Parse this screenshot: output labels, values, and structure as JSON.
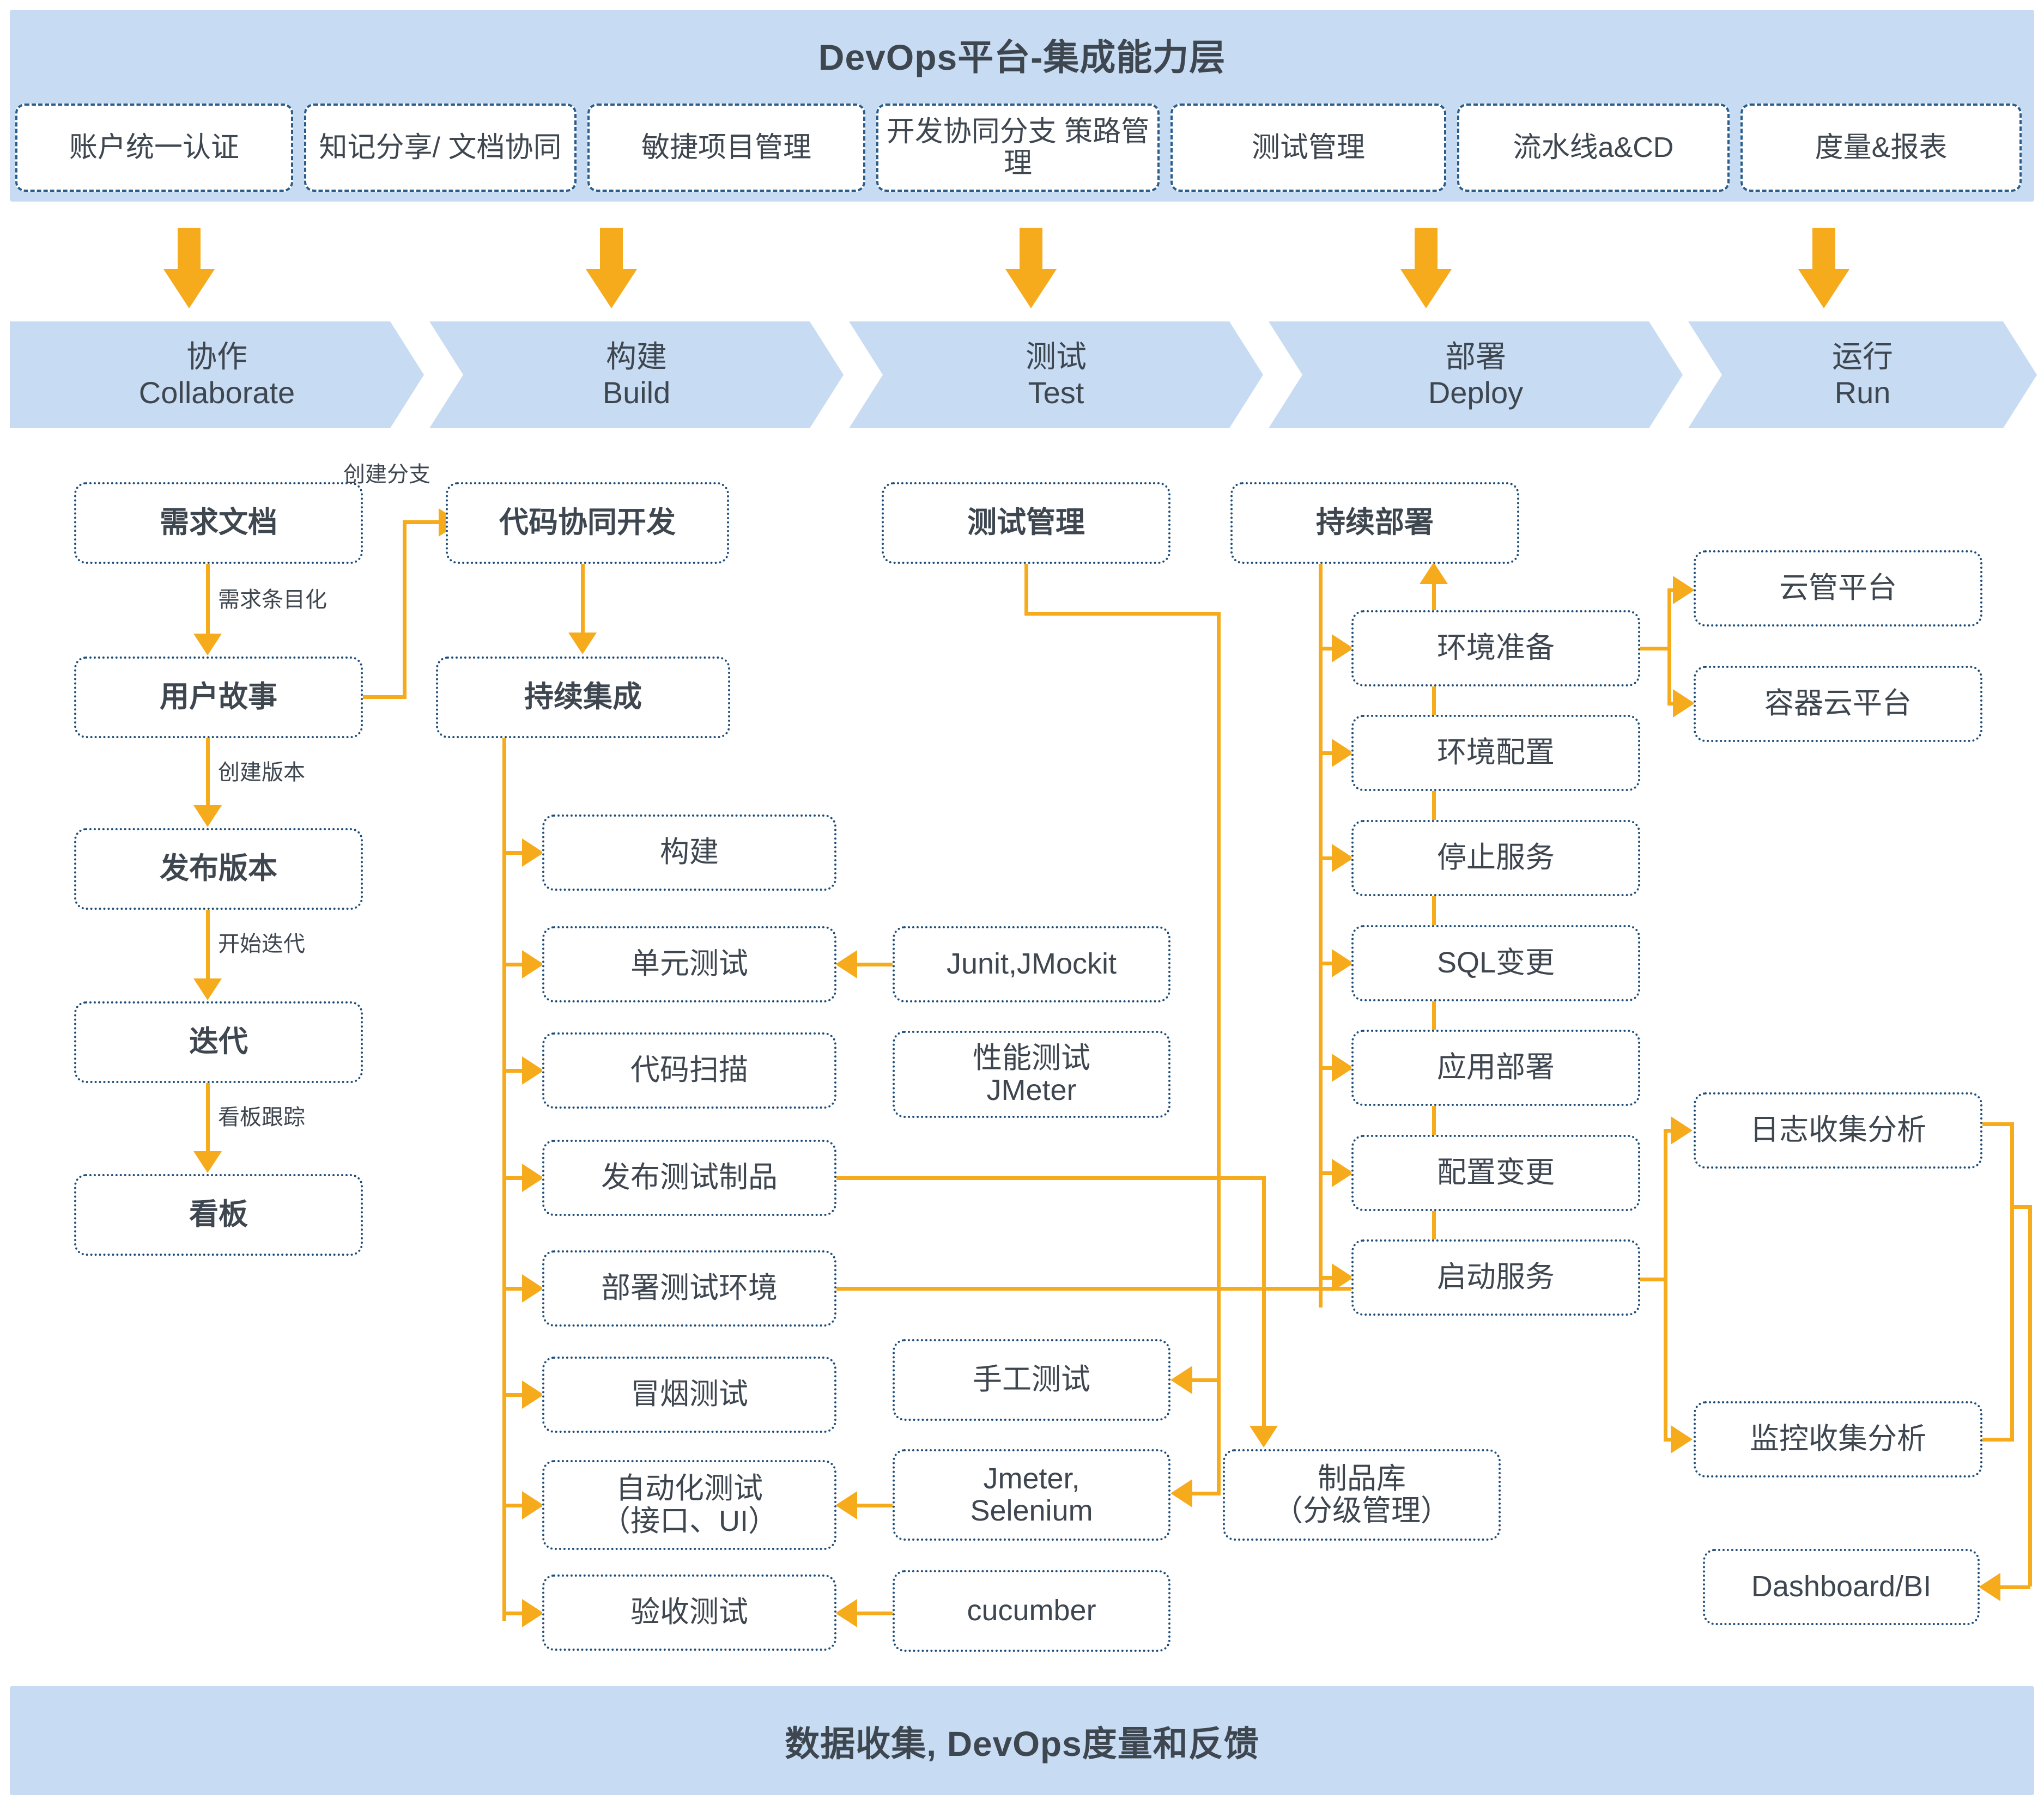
{
  "top_band": {
    "title": "DevOps平台-集成能力层",
    "background": "#c7dbf2",
    "capabilities": [
      {
        "label": "账户统一认证"
      },
      {
        "label": "知记分享/\n文档协同"
      },
      {
        "label": "敏捷项目管理"
      },
      {
        "label": "开发协同分支\n策路管理"
      },
      {
        "label": "测试管理"
      },
      {
        "label": "流水线a&CD"
      },
      {
        "label": "度量&报表"
      }
    ]
  },
  "bottom_band": {
    "title": "数据收集, DevOps度量和反馈",
    "background": "#c7dbf2"
  },
  "stages": [
    {
      "cn": "协作",
      "en": "Collaborate"
    },
    {
      "cn": "构建",
      "en": "Build"
    },
    {
      "cn": "测试",
      "en": "Test"
    },
    {
      "cn": "部署",
      "en": "Deploy"
    },
    {
      "cn": "运行",
      "en": "Run"
    }
  ],
  "colors": {
    "band": "#c7dbf2",
    "arrow": "#f6ab1c",
    "node_border": "#1f4e79",
    "text": "#3e4650",
    "chip_border": "#2b5d8a"
  },
  "collaborate": {
    "nodes": [
      {
        "label": "需求文档"
      },
      {
        "label": "用户故事"
      },
      {
        "label": "发布版本"
      },
      {
        "label": "迭代"
      },
      {
        "label": "看板"
      }
    ],
    "edge_labels": [
      "需求条目化",
      "创建版本",
      "开始迭代",
      "看板跟踪"
    ]
  },
  "build": {
    "branch_label": "创建分支",
    "nodes": [
      {
        "label": "代码协同开发"
      },
      {
        "label": "持续集成"
      }
    ],
    "ci_steps": [
      {
        "label": "构建"
      },
      {
        "label": "单元测试"
      },
      {
        "label": "代码扫描"
      },
      {
        "label": "发布测试制品"
      },
      {
        "label": "部署测试环境"
      },
      {
        "label": "冒烟测试"
      },
      {
        "label": "自动化测试\n（接口、UI）"
      },
      {
        "label": "验收测试"
      }
    ]
  },
  "test": {
    "root": {
      "label": "测试管理"
    },
    "tools": [
      {
        "label": "Junit,JMockit"
      },
      {
        "label": "性能测试\nJMeter"
      },
      {
        "label": "手工测试"
      },
      {
        "label": "Jmeter,\nSelenium"
      },
      {
        "label": "cucumber"
      }
    ],
    "artifact_repo": {
      "label": "制品库\n（分级管理）"
    }
  },
  "deploy": {
    "root": {
      "label": "持续部署"
    },
    "steps": [
      {
        "label": "环境准备"
      },
      {
        "label": "环境配置"
      },
      {
        "label": "停止服务"
      },
      {
        "label": "SQL变更"
      },
      {
        "label": "应用部署"
      },
      {
        "label": "配置变更"
      },
      {
        "label": "启动服务"
      }
    ]
  },
  "run": {
    "platforms": [
      {
        "label": "云管平台"
      },
      {
        "label": "容器云平台"
      }
    ],
    "observability": [
      {
        "label": "日志收集分析"
      },
      {
        "label": "监控收集分析"
      },
      {
        "label": "Dashboard/BI"
      }
    ]
  }
}
